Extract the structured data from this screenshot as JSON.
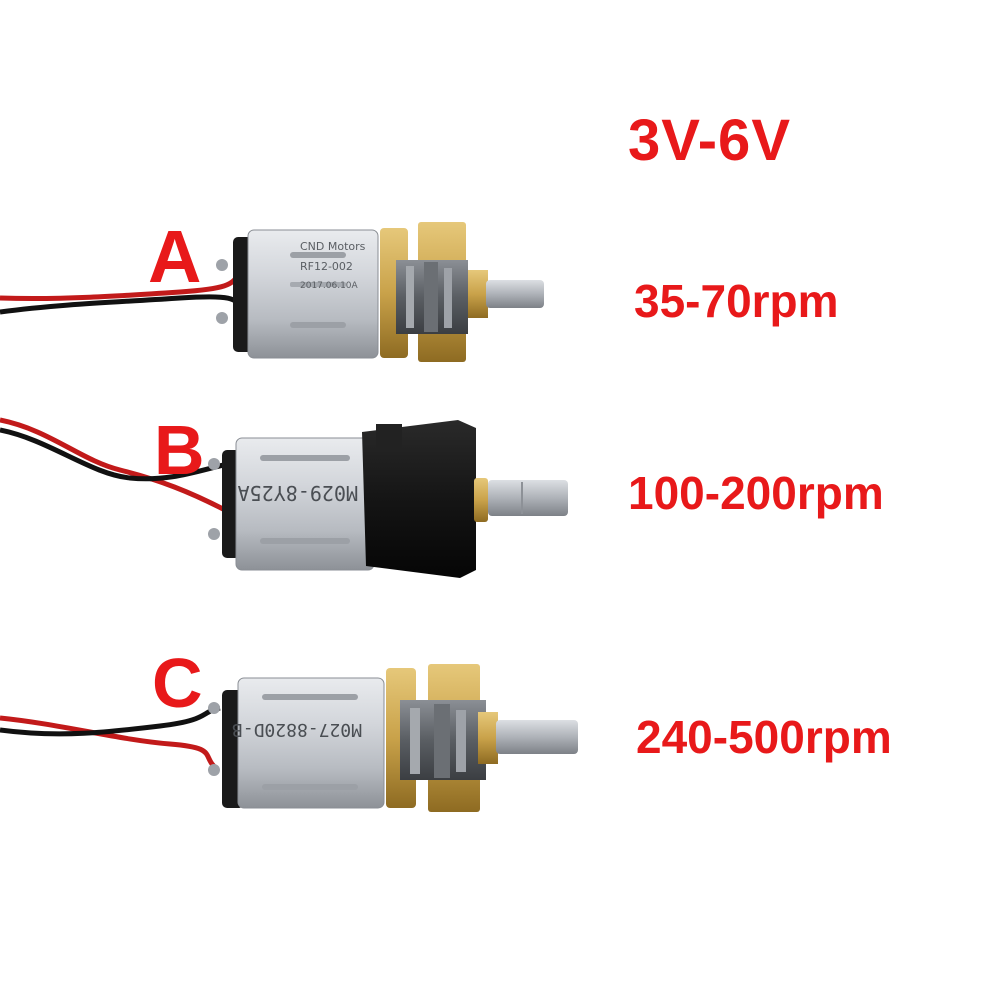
{
  "voltage_label": "3V-6V",
  "motors": [
    {
      "letter": "A",
      "rpm": "35-70rpm",
      "body_print": [
        "CND Motors",
        "RF12-002",
        "2017.06.10A"
      ],
      "gearbox_color": "brass"
    },
    {
      "letter": "B",
      "rpm": "100-200rpm",
      "body_print": [
        "M029-8Y25A"
      ],
      "gearbox_color": "black plastic"
    },
    {
      "letter": "C",
      "rpm": "240-500rpm",
      "body_print": [
        "M027-8820D-B"
      ],
      "gearbox_color": "brass"
    }
  ],
  "colors": {
    "label_red": "#e8191a",
    "background": "#ffffff",
    "motor_silver": "#c9ccd1",
    "brass": "#c9a24a",
    "wire_red": "#c21a1a",
    "wire_black": "#111111"
  }
}
